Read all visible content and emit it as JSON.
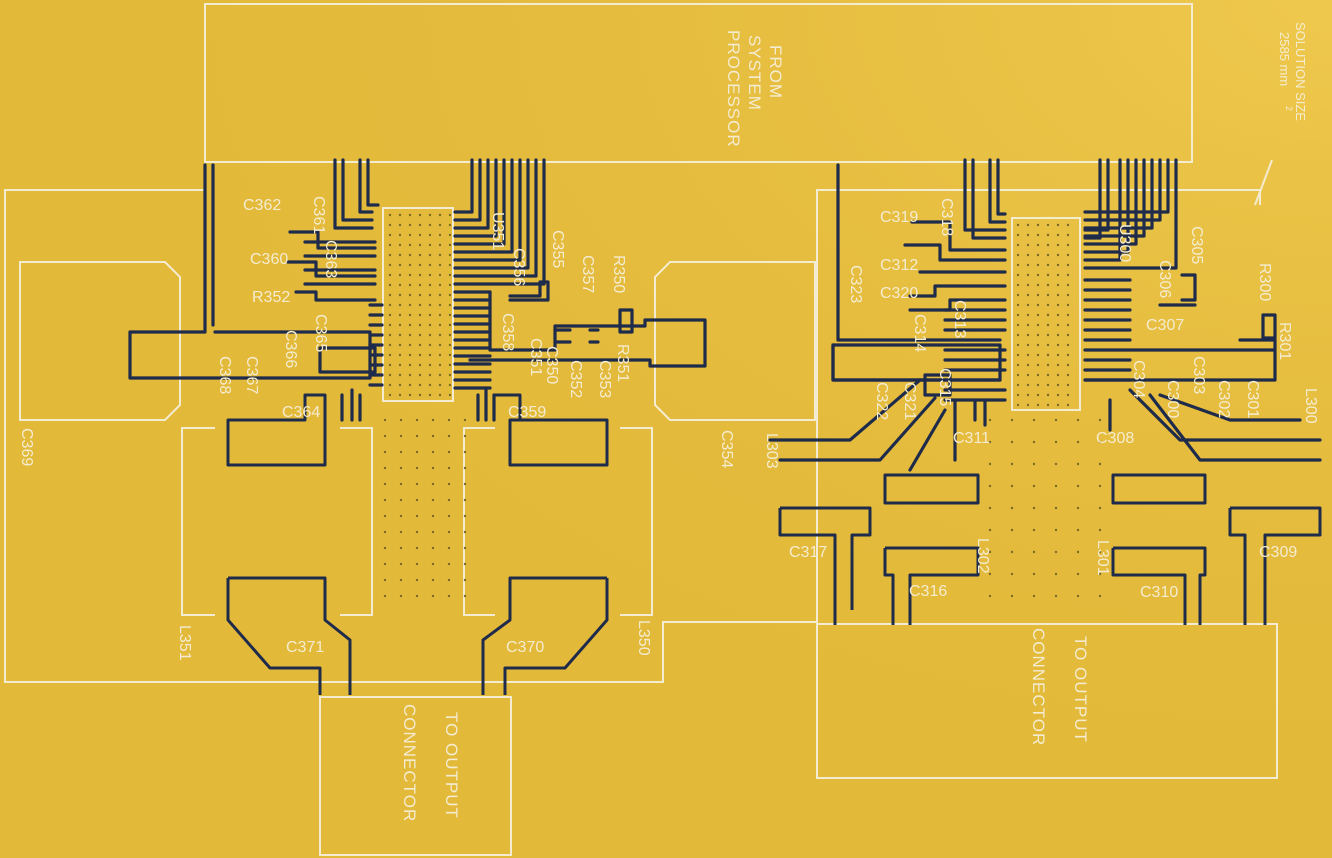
{
  "notes": {
    "from_processor": [
      "FROM",
      "SYSTEM",
      "PROCESSOR"
    ],
    "solution_size_title": "SOLUTION SIZE",
    "solution_size_value": "2585 mm",
    "solution_size_sup": "2",
    "to_output_left": [
      "TO OUTPUT",
      "CONNECTOR"
    ],
    "to_output_right": [
      "TO OUTPUT",
      "CONNECTOR"
    ]
  },
  "refs": {
    "c362": "C362",
    "c361": "C361",
    "c363": "C363",
    "c360": "C360",
    "r352": "R352",
    "c365": "C365",
    "c366": "C366",
    "c367": "C367",
    "c368": "C368",
    "c364": "C364",
    "c369": "C369",
    "u351": "U351",
    "c355": "C355",
    "c356": "C356",
    "c357": "C357",
    "r350": "R350",
    "c358": "C358",
    "c351": "C351",
    "c350": "C350",
    "c352": "C352",
    "c353": "C353",
    "r351": "R351",
    "c359": "C359",
    "c354": "C354",
    "l351": "L351",
    "c371": "C371",
    "c370": "C370",
    "l350": "L350",
    "c319": "C319",
    "c318": "C318",
    "c312": "C312",
    "c320": "C320",
    "c323": "C323",
    "c313": "C313",
    "c314": "C314",
    "c315": "C315",
    "c322": "C322",
    "c321": "C321",
    "c311": "C311",
    "l303": "L303",
    "u300": "U300",
    "c305": "C305",
    "c306": "C306",
    "r300": "R300",
    "c307": "C307",
    "r301": "R301",
    "c304": "C304",
    "c303": "C303",
    "c300": "C300",
    "c302": "C302",
    "c301": "C301",
    "c308": "C308",
    "l300": "L300",
    "c317": "C317",
    "l302": "L302",
    "c316": "C316",
    "l301": "L301",
    "c310": "C310",
    "c309": "C309"
  },
  "colors": {
    "copper": "#e3b93a",
    "trace": "#1f2b4a",
    "silkscreen": "#f4ecd0"
  }
}
